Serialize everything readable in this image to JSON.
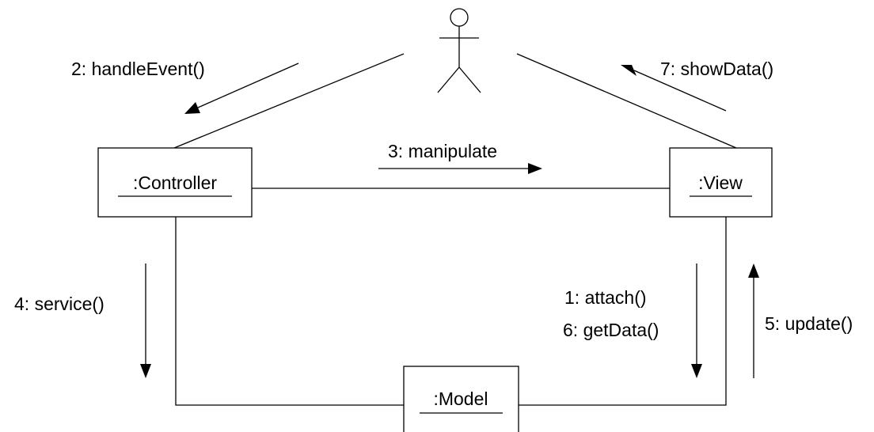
{
  "diagram": {
    "objects": {
      "controller": ":Controller",
      "view": ":View",
      "model": ":Model"
    },
    "messages": {
      "attach": "1: attach()",
      "handle_event": "2: handleEvent()",
      "manipulate": "3: manipulate",
      "service": "4: service()",
      "update": "5: update()",
      "get_data": "6: getData()",
      "show_data": "7: showData()"
    }
  }
}
